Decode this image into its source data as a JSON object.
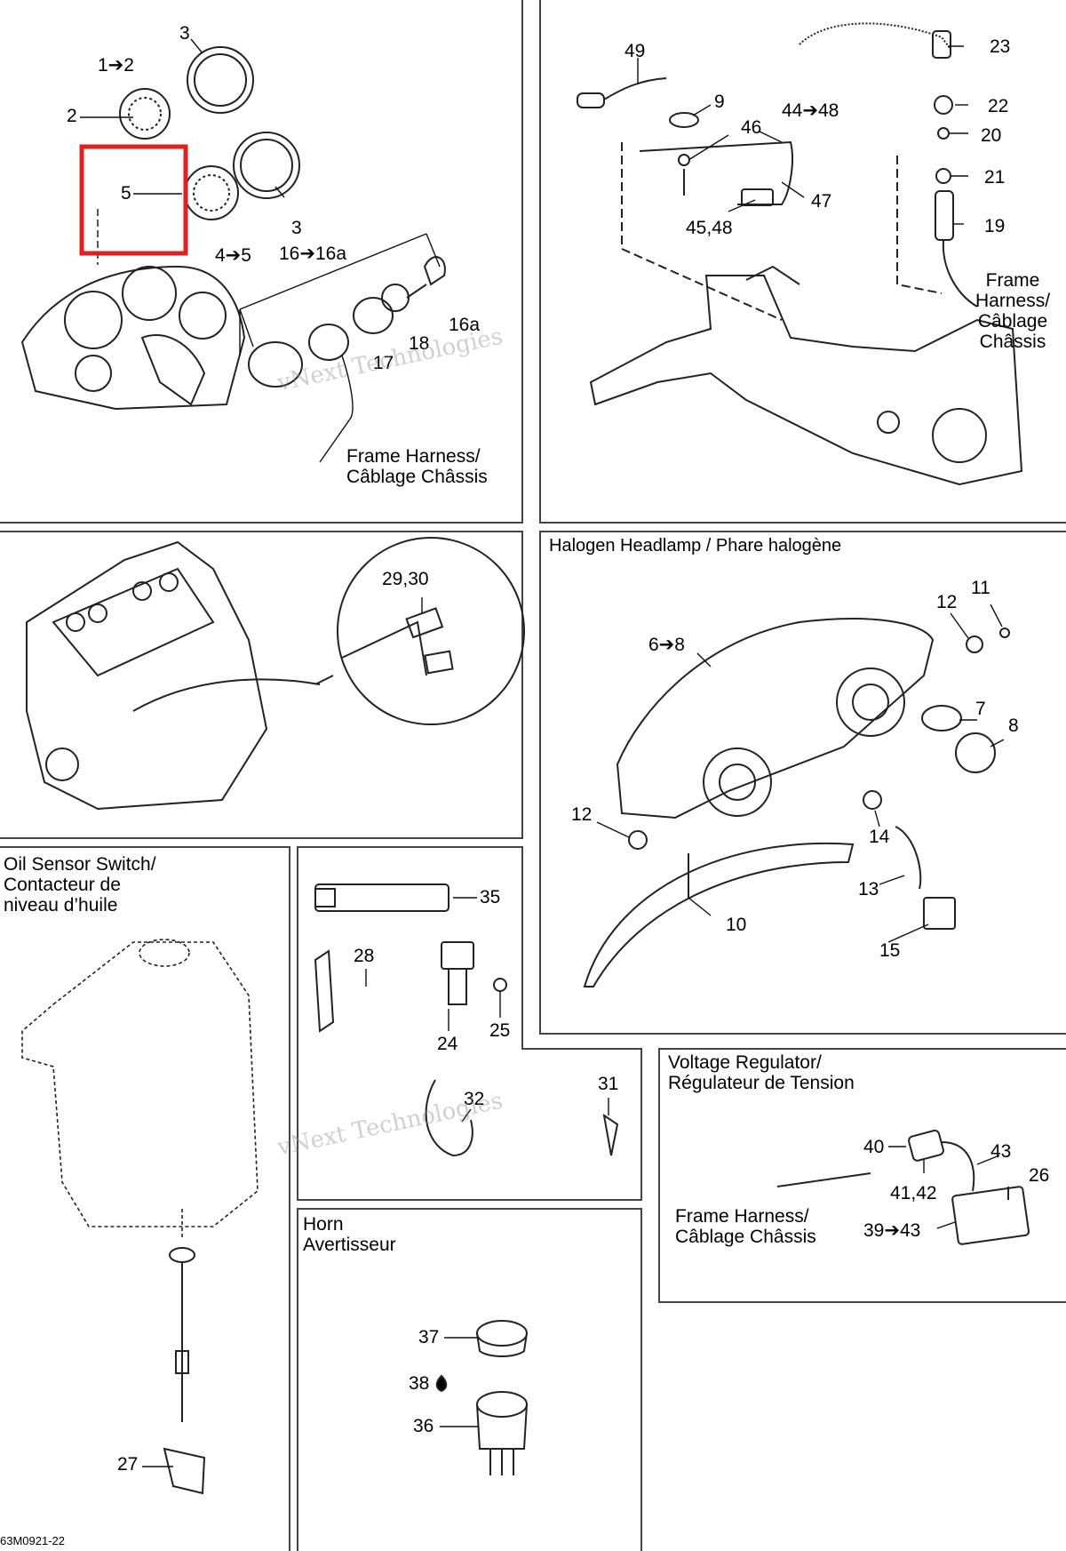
{
  "panels": {
    "instrument": {
      "callouts": [
        "1➔2",
        "2",
        "3",
        "5",
        "3",
        "4➔5",
        "16➔16a",
        "16a",
        "18",
        "17"
      ],
      "harness_label": "Frame Harness/\nCâblage Châssis"
    },
    "console": {
      "callouts": [
        "49",
        "9",
        "46",
        "44➔48",
        "47",
        "45,48",
        "23",
        "22",
        "20",
        "21",
        "19"
      ],
      "harness_label": "Frame\nHarness/\nCâblage\nChâssis"
    },
    "engine": {
      "callouts": [
        "29,30"
      ]
    },
    "headlamp": {
      "title": "Halogen Headlamp / Phare halogène",
      "callouts": [
        "12",
        "11",
        "6➔8",
        "7",
        "8",
        "12",
        "14",
        "13",
        "10",
        "15"
      ]
    },
    "oil_sensor": {
      "title": "Oil Sensor Switch/\nContacteur de\nniveau d’huile",
      "callouts": [
        "27"
      ]
    },
    "misc": {
      "callouts": [
        "35",
        "28",
        "24",
        "25",
        "32"
      ]
    },
    "fastener": {
      "callouts": [
        "31"
      ]
    },
    "voltage_regulator": {
      "title": "Voltage Regulator/\nRégulateur de Tension",
      "callouts": [
        "40",
        "43",
        "41,42",
        "26",
        "39➔43"
      ],
      "harness_label": "Frame Harness/\nCâblage Châssis"
    },
    "horn": {
      "title": "Horn\nAvertisseur",
      "callouts": [
        "37",
        "38",
        "36"
      ]
    }
  },
  "watermark": "vNext Technologies",
  "drawing_code": "63M0921-22",
  "highlight_color": "#e02020"
}
